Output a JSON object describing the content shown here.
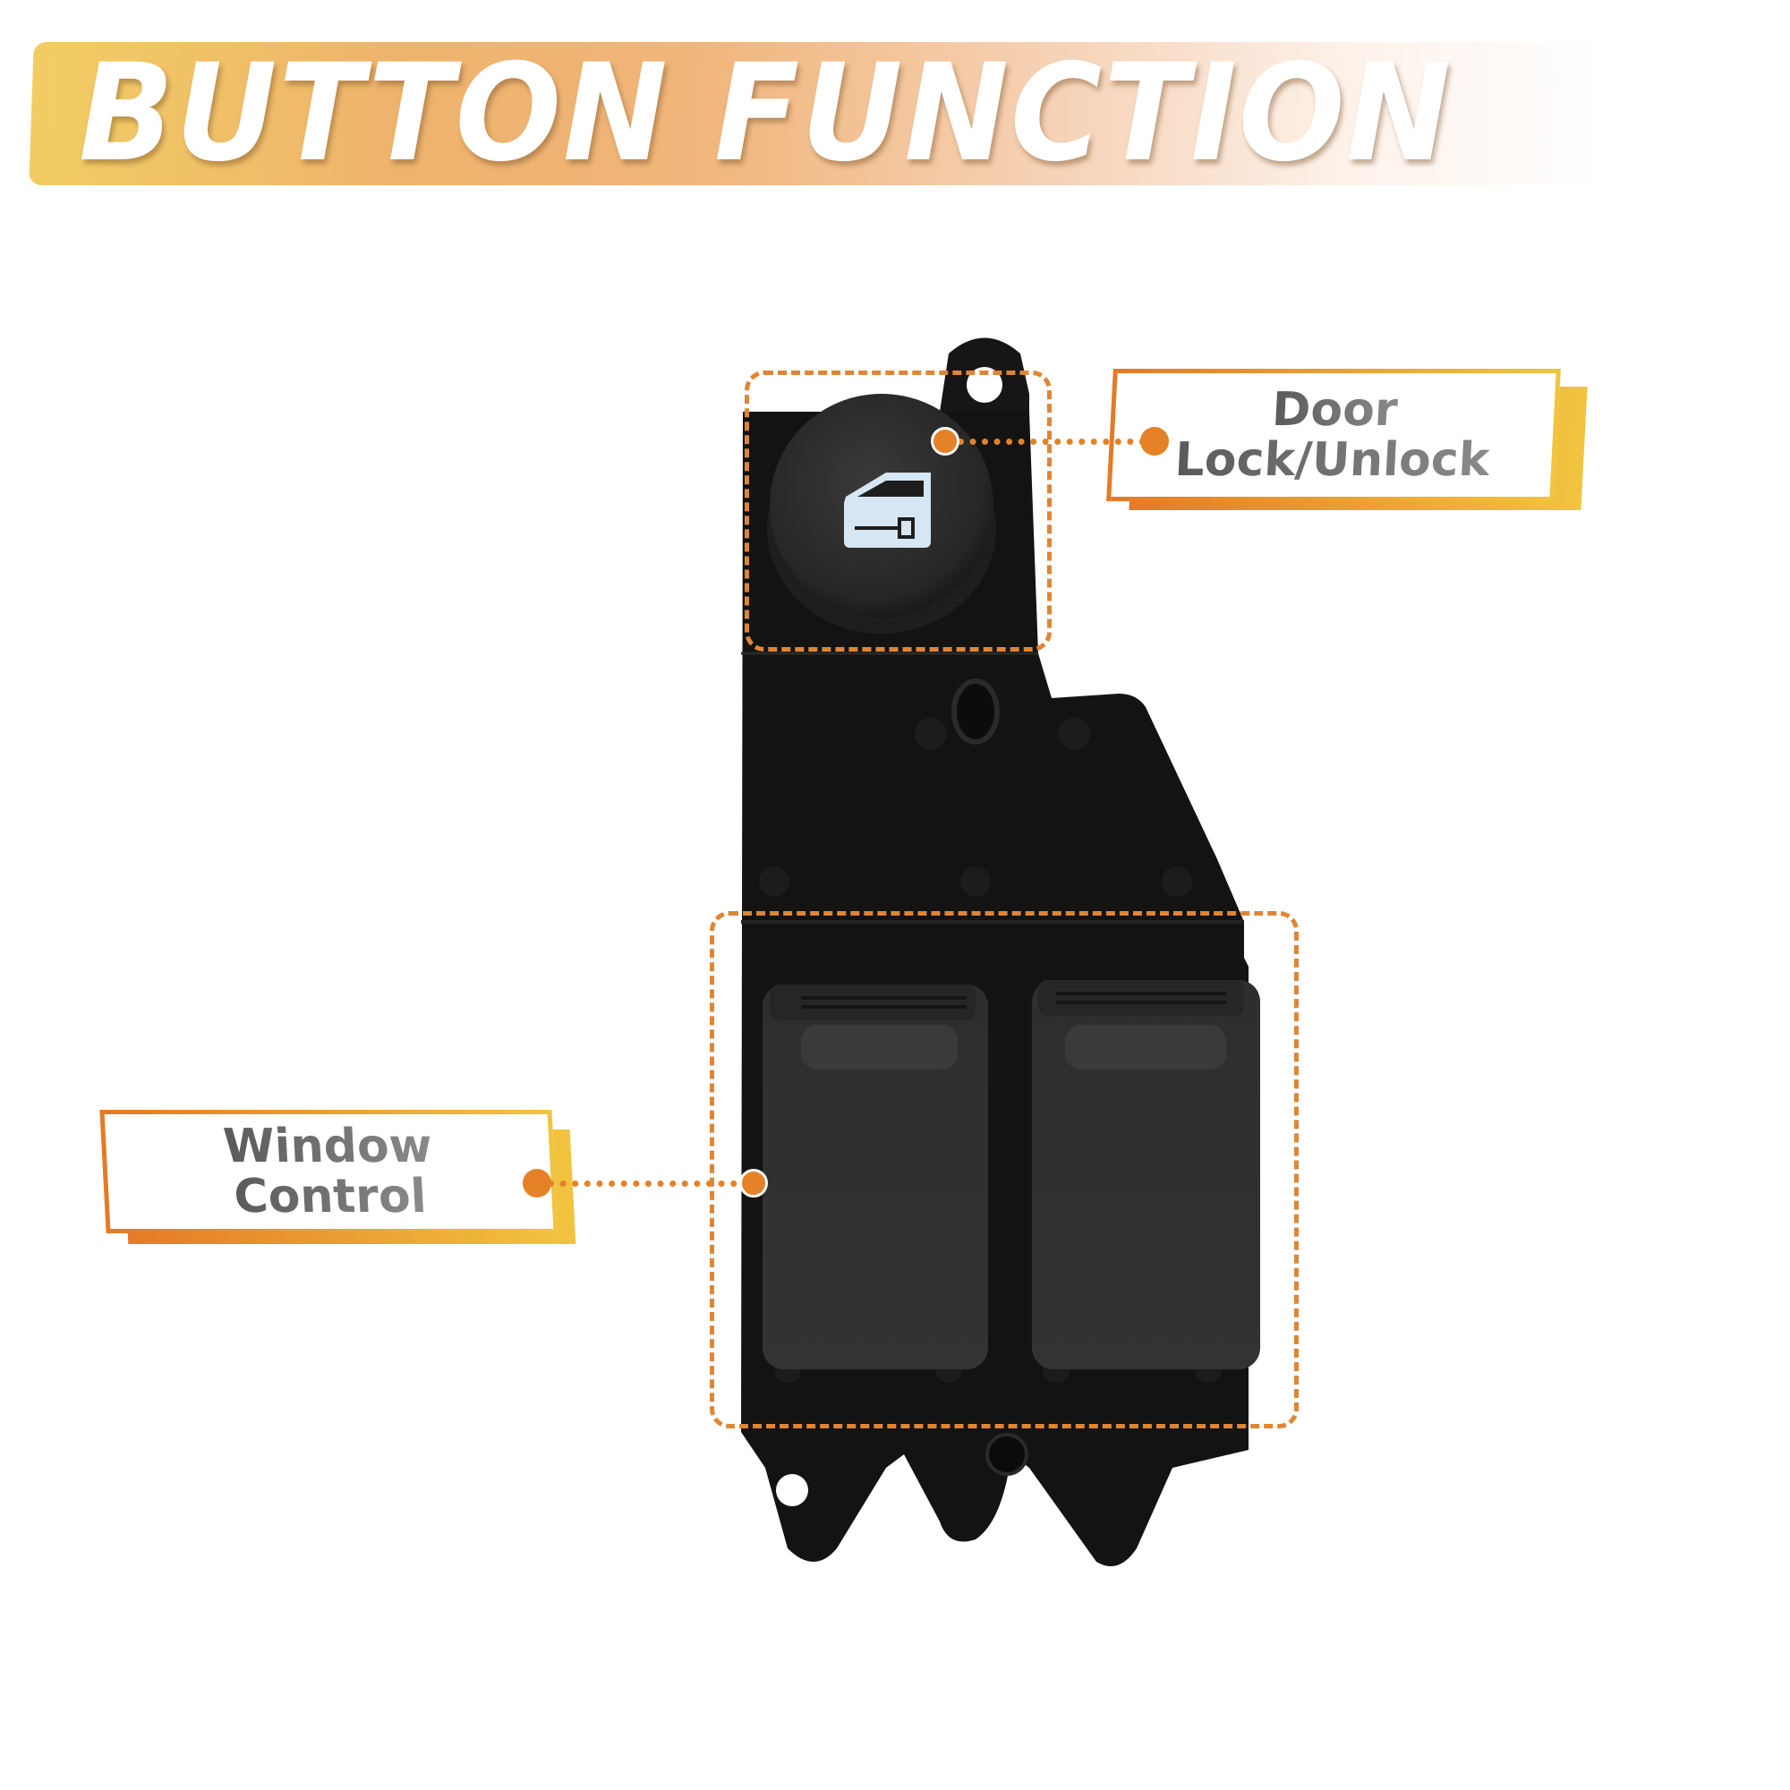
{
  "header": {
    "title": "BUTTON FUNCTION",
    "gradient_colors": [
      "#f2cd63",
      "#eeb36c",
      "#f6d2b6",
      "#ffffff"
    ]
  },
  "callouts": [
    {
      "id": "door-lock",
      "line1": "Door",
      "line2": "Lock/Unlock",
      "target": "door-lock-knob"
    },
    {
      "id": "window-control",
      "line1": "Window",
      "line2": "Control",
      "target": "window-rocker-switches"
    }
  ],
  "product": {
    "name": "power window master switch",
    "body_color": "#111111",
    "knob_icon": "door-key-icon",
    "rocker_count": 2
  },
  "colors": {
    "accent_orange": "#e58127",
    "accent_yellow": "#f1c43f",
    "label_text": "#666666",
    "dash_box": "#e08534"
  }
}
